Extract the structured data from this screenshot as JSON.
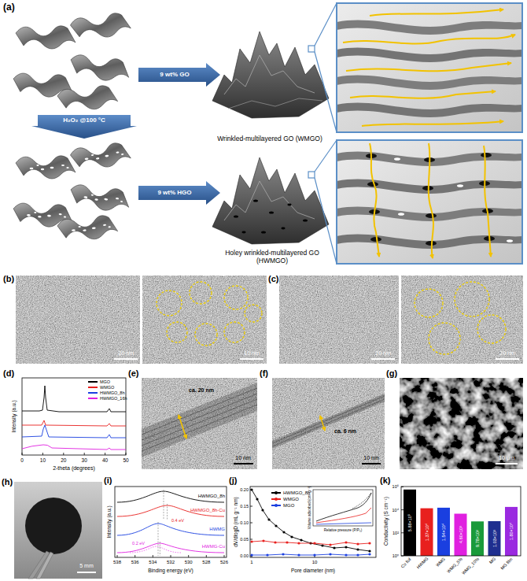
{
  "diagram": {
    "nodes": [
      {
        "text": [
          "Wrinkled-multilayered GO (WMGO)"
        ]
      },
      {
        "text": [
          "Holey wrinkled-multilayered GO (HWMGO)"
        ]
      }
    ],
    "labels": [
      "(a)",
      "9 wt% GO",
      "H₂O₂ @100 °C",
      "9 wt% HGO",
      "(b)",
      "20 nm",
      "10 nm",
      "(c)",
      "20 nm",
      "20 nm",
      "(d)",
      "Intensity (a.u.)",
      "0",
      "10",
      "20",
      "30",
      "40",
      "50",
      "2-theta (degrees)",
      "(e)",
      "ca. 20 nm",
      "10 nm",
      "(f)",
      "ca. 6 nm",
      "10 nm",
      "(g)",
      "10 μm",
      "(h)",
      "5 mm",
      "(i)",
      "HWMGO_8h",
      "HWMGO_8h-Cu",
      "0.4 eV",
      "HWMG",
      "HWMG-Cu",
      "0.2 eV",
      "Intensity (a.u.)",
      "538",
      "536",
      "534",
      "532",
      "530",
      "528",
      "526",
      "Binding energy (eV)",
      "(j)",
      "dV/dlogD (mL g⁻¹ nm)",
      "0.20",
      "0.15",
      "0.10",
      "0.05",
      "0.00",
      "1",
      "10",
      "Pore diameter (nm)",
      "Volume adsorbed (cm³ g⁻¹)",
      "Relative pressure (P/P₀)",
      "(k)",
      "Conductivity (S cm⁻¹)",
      "10⁰",
      "10²",
      "10⁴",
      "10⁶",
      "5.88×10⁵",
      "1.37×10⁴",
      "1.54×10⁴",
      "4.60×10³",
      "9.78×10²",
      "1.03×10³",
      "1.80×10⁴",
      "Cu foil",
      "HWMG",
      "WMG",
      "WMG_5%",
      "WMG_10%",
      "MG",
      "MG film"
    ],
    "legend": [
      {
        "text": "MGO"
      },
      {
        "text": "WMGO"
      },
      {
        "text": "HWMGO_8h"
      },
      {
        "text": "HWMGO_16h"
      },
      {
        "text": "HWMGO_8h"
      },
      {
        "text": "WMGO"
      },
      {
        "text": "MGO"
      }
    ]
  }
}
